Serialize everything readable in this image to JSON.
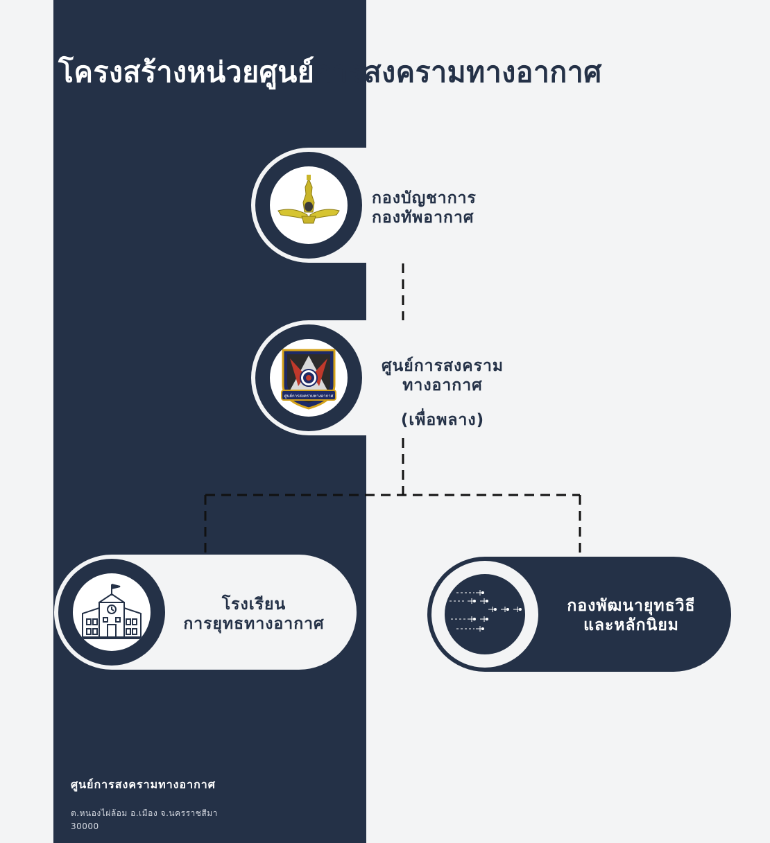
{
  "page": {
    "title_part_light": "โครงสร้างหน่วยศูนย์",
    "title_part_dark": "การสงครามทางอากาศ"
  },
  "nodes": {
    "top": {
      "line1": "กองบัญชาการ",
      "line2": "กองทัพอากาศ",
      "emblem": "royal-thai-air-force-winged-crown-emblem"
    },
    "center": {
      "line1": "ศูนย์การสงคราม",
      "line2": "ทางอากาศ",
      "note": "(เพื่อพลาง)",
      "emblem": "air-warfare-center-shield-emblem",
      "emblem_text": "ศูนย์การสงครามทางอากาศ"
    },
    "left": {
      "line1": "โรงเรียน",
      "line2": "การยุทธทางอากาศ",
      "icon": "school-building-icon"
    },
    "right": {
      "line1": "กองพัฒนายุทธวิธี",
      "line2": "และหลักนิยม",
      "icon": "jet-formation-icon"
    }
  },
  "footer": {
    "title": "ศูนย์การสงครามทางอากาศ",
    "address_line1": "ต.หนองไผ่ล้อม อ.เมือง จ.นครราชสีมา",
    "address_line2": "30000"
  },
  "colors": {
    "navy": "#243147",
    "light": "#f3f4f5",
    "gold": "#c9b52a",
    "white": "#ffffff"
  }
}
